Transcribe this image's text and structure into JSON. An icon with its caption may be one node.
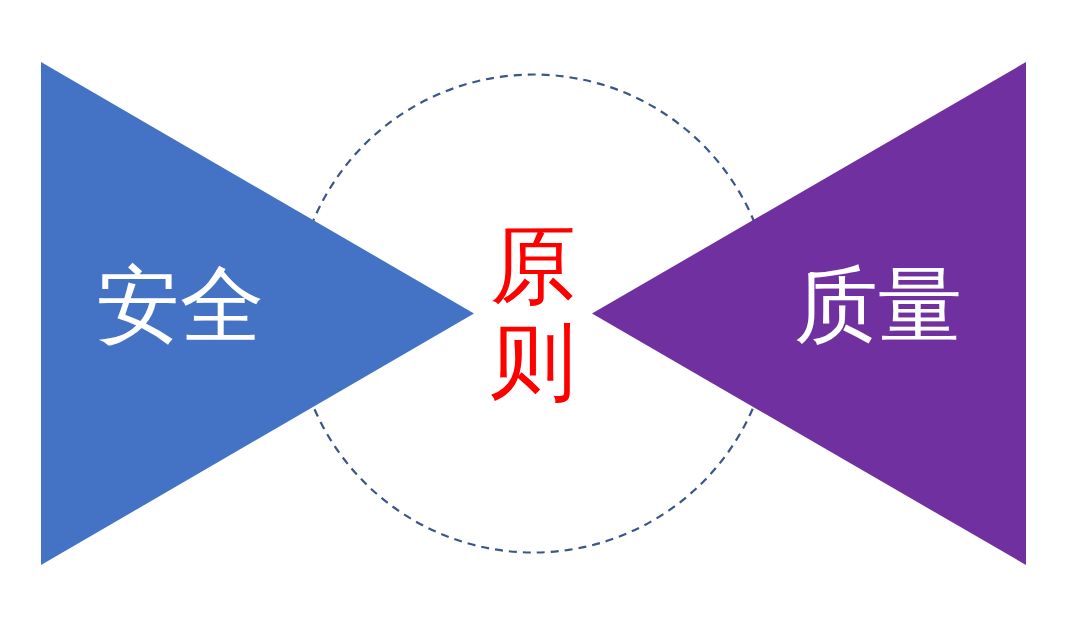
{
  "diagram": {
    "nodes": [
      {
        "text": [
          "安全"
        ]
      },
      {
        "text": [
          "原则"
        ]
      },
      {
        "text": [
          "质量"
        ]
      }
    ]
  }
}
